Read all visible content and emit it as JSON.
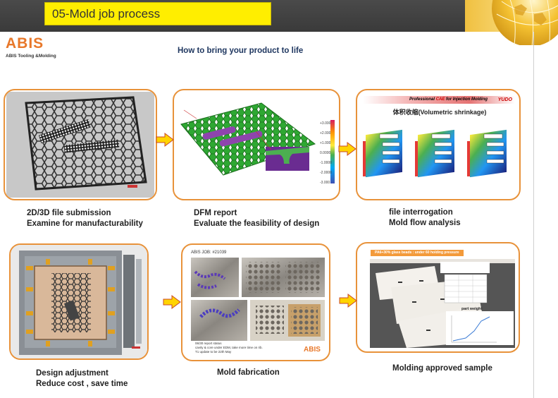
{
  "header": {
    "title": "05-Mold job process"
  },
  "logo": {
    "brand": "ABIS",
    "tagline": "ABIS Tooling &Molding"
  },
  "heading": "How to bring your product to life",
  "steps": [
    {
      "line1": "2D/3D file submission",
      "line2": "Examine for manufacturability"
    },
    {
      "line1": "DFM report",
      "line2": "Evaluate the feasibility of design"
    },
    {
      "line1": "file interrogation",
      "line2": "Mold flow analysis"
    },
    {
      "line1": "Design adjustment",
      "line2": "Reduce cost , save time"
    },
    {
      "line1": "Mold fabrication"
    },
    {
      "line1": "Molding approved sample"
    }
  ],
  "panel2": {
    "scale": [
      "+3.000",
      "+2.000",
      "+1.000",
      "0.0000",
      "-1.0000",
      "-2.0000",
      "-3.000"
    ]
  },
  "panel3": {
    "banner_prefix": "Professional",
    "banner_cae": "CAE",
    "banner_suffix": "for Injection Molding",
    "brand": "YUDO",
    "title": "体积收缩(Volumetric shrinkage)"
  },
  "panel5": {
    "job": "ABIS JOB: #21039",
    "notes": [
      "06/30 report status",
      "cavity & core under EDM, take more time on rib.",
      "T1 update to be 22th May"
    ],
    "logo": "ABIS"
  },
  "panel6": {
    "banner": "PA6+30% glass beads : under 60 holding pressure",
    "chart_title": "part weight"
  },
  "colors": {
    "accent": "#e8923a",
    "title_bg": "#ffee00",
    "arrow": "#ffd400",
    "heading": "#1f3760"
  }
}
